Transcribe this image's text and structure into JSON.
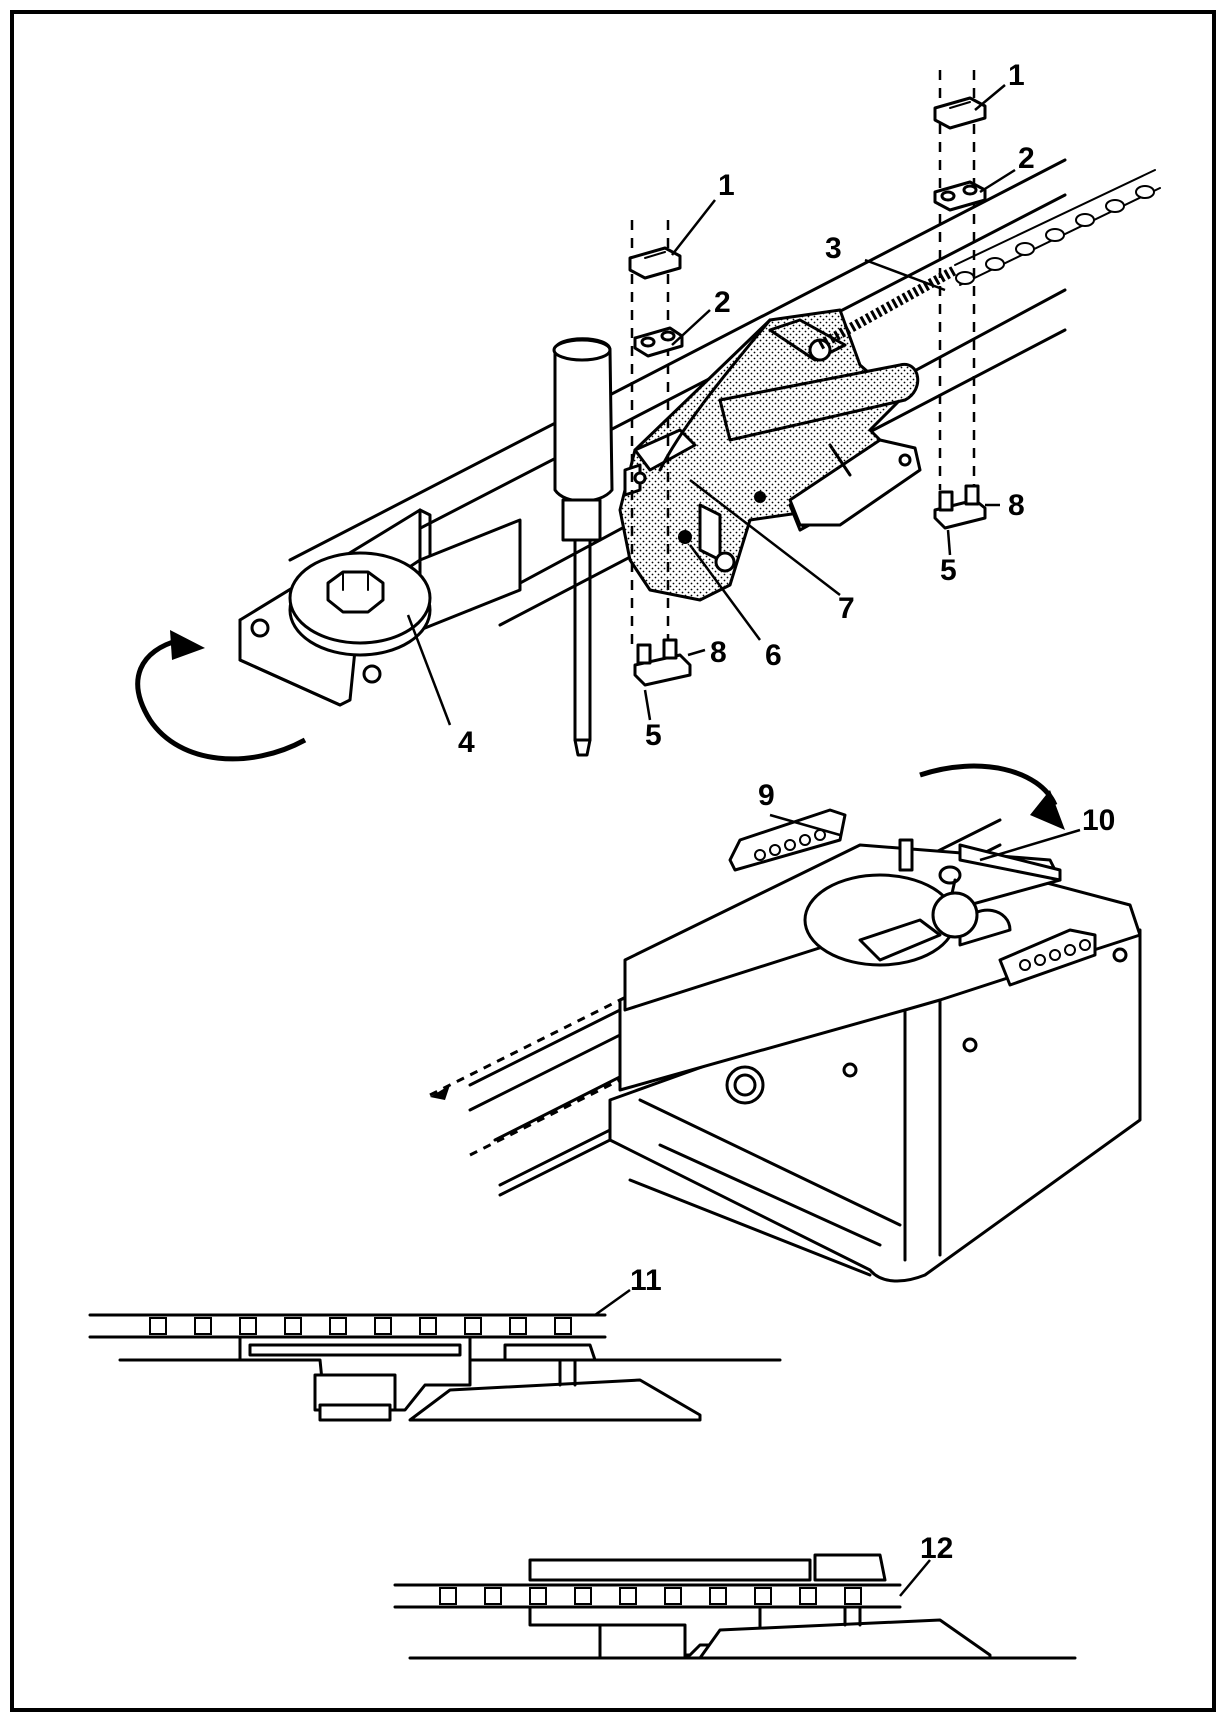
{
  "callouts": {
    "c1a": "1",
    "c2a": "2",
    "c1b": "1",
    "c2b": "2",
    "c3": "3",
    "c4": "4",
    "c5a": "5",
    "c5b": "5",
    "c6": "6",
    "c7": "7",
    "c8a": "8",
    "c8b": "8",
    "c9": "9",
    "c10": "10",
    "c11": "11",
    "c12": "12"
  }
}
